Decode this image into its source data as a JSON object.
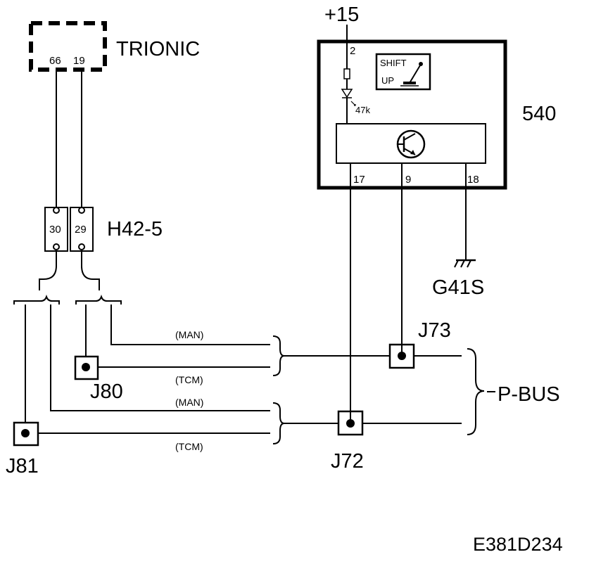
{
  "labels": {
    "trionic": "TRIONIC",
    "trionic_pin_a": "66",
    "trionic_pin_b": "19",
    "connector": "H42-5",
    "connector_pin_a": "30",
    "connector_pin_b": "29",
    "supply": "+15",
    "module": "540",
    "module_pin_supply": "2",
    "module_pin_17": "17",
    "module_pin_9": "9",
    "module_pin_18": "18",
    "resistor": "47k",
    "indicator_line1": "SHIFT",
    "indicator_line2": "UP",
    "ground": "G41S",
    "junction_j73": "J73",
    "junction_j80": "J80",
    "junction_j81": "J81",
    "junction_j72": "J72",
    "bus": "P-BUS",
    "man_upper": "(MAN)",
    "tcm_upper": "(TCM)",
    "man_lower": "(MAN)",
    "tcm_lower": "(TCM)",
    "figure_code": "E381D234"
  }
}
